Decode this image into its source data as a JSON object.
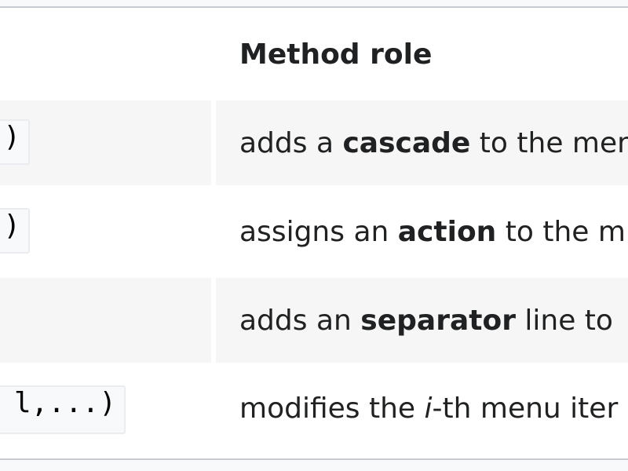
{
  "table": {
    "header": {
      "method_role": "Method role"
    },
    "rows": [
      {
        "code": ")",
        "role_pre": "adds a ",
        "role_bold": "cascade",
        "role_post": " to the men"
      },
      {
        "code": ")",
        "role_pre": "assigns an ",
        "role_bold": "action",
        "role_post": " to the m"
      },
      {
        "code": "",
        "role_pre": "adds an ",
        "role_bold": "separator",
        "role_post": " line to"
      },
      {
        "code": "l,...)",
        "role_pre": "modifies the ",
        "role_italic": "i",
        "role_post": "-th menu iter"
      }
    ]
  }
}
